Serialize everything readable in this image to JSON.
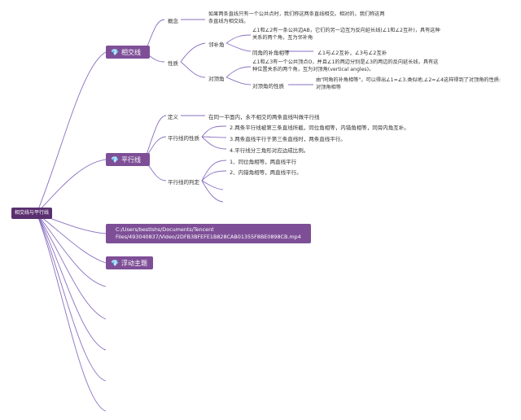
{
  "root": {
    "label": "相交线与平行线"
  },
  "branches": {
    "intersect": {
      "label": "相交线",
      "icon": "gem-icon",
      "concept_label": "概念",
      "concept_text": "如果两条直线只有一个公共点时，我们称这两条直线相交。相对的，我们称这两条直线为相交线。",
      "property_label": "性质",
      "adjacent_label": "邻补角",
      "adjacent_def": "∠1和∠2有一条公共边AB，它们的另一边互为反向延长线(∠1和∠2互补)，具有这种关系的两个角，互为邻补角",
      "adjacent_prop_label": "同角的补角相等",
      "adjacent_prop_text": "∠1与∠2互补，∠3与∠2互补",
      "vertical_label": "对顶角",
      "vertical_def": "∠1和∠3有一个公共顶点O，并且∠1的两边分别是∠3的两边的反向延长线，具有这种位置关系的两个角，互为对顶角(vertical angles)。",
      "vertical_prop_label": "对顶角的性质",
      "vertical_prop_text": "由\"同角的补角相等\"，可以得出∠1=∠3.类似地,∠2=∠4这样得到了对顶角的性质:对顶角相等"
    },
    "parallel": {
      "label": "平行线",
      "icon": "gem-icon",
      "def_label": "定义",
      "def_text": "在同一平面内，永不相交的两条直线叫做平行线",
      "property_label": "平行线的性质",
      "properties": [
        "2.两条平行线被第三条直线所截，同位角相等，内错角相等，同旁内角互补。",
        "3.两条直线平行于第三条直线时，两条直线平行。",
        "4.平行线分三角形对应边成比例。"
      ],
      "judge_label": "平行线的判定",
      "judges": [
        "1、同位角相等，两直线平行",
        "2、内错角相等，两直线平行。"
      ]
    },
    "file": {
      "label": "C:/Users/bestlshs/Documents/Tencent Files/493040837/Video/2DFB3BFEFE1B828CAB01355F8BE0898CB.mp4"
    },
    "floating": {
      "label": "浮动主题",
      "icon": "gem-icon"
    }
  },
  "colors": {
    "line": "#8a6fc0",
    "pill": "#7e4f97",
    "root": "#5a2f6f"
  }
}
